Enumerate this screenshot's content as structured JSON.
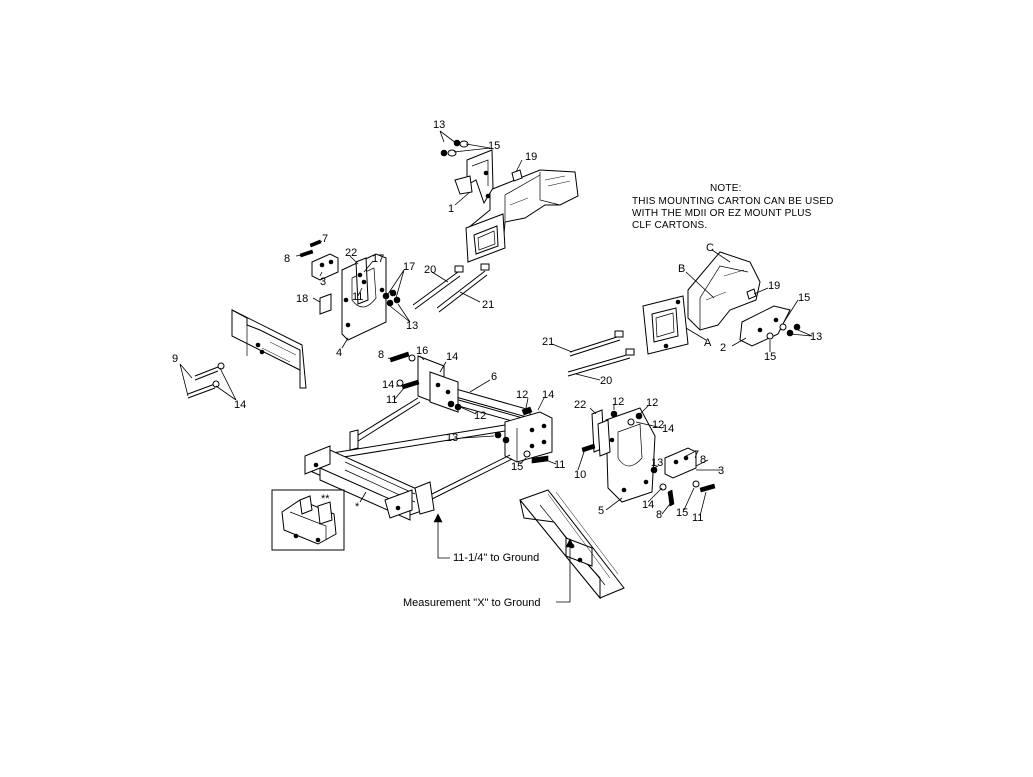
{
  "note": {
    "title": "NOTE:",
    "lines": [
      "THIS MOUNTING CARTON CAN BE USED",
      "WITH THE MDII OR EZ MOUNT PLUS",
      "CLF CARTONS."
    ]
  },
  "callouts": {
    "ground_11": "11-1/4\" to Ground",
    "ground_x": "Measurement \"X\" to Ground"
  },
  "labels": [
    "13",
    "15",
    "19",
    "1",
    "22",
    "17",
    "8",
    "7",
    "3",
    "20",
    "21",
    "18",
    "11",
    "17",
    "13",
    "4",
    "C",
    "B",
    "19",
    "15",
    "13",
    "2",
    "15",
    "A",
    "21",
    "20",
    "9",
    "14",
    "8",
    "16",
    "14",
    "14",
    "11",
    "6",
    "12",
    "12",
    "13",
    "12",
    "14",
    "15",
    "11",
    "22",
    "12",
    "12",
    "14",
    "10",
    "13",
    "7",
    "8",
    "3",
    "14",
    "5",
    "8",
    "15",
    "11",
    "**",
    "*"
  ]
}
